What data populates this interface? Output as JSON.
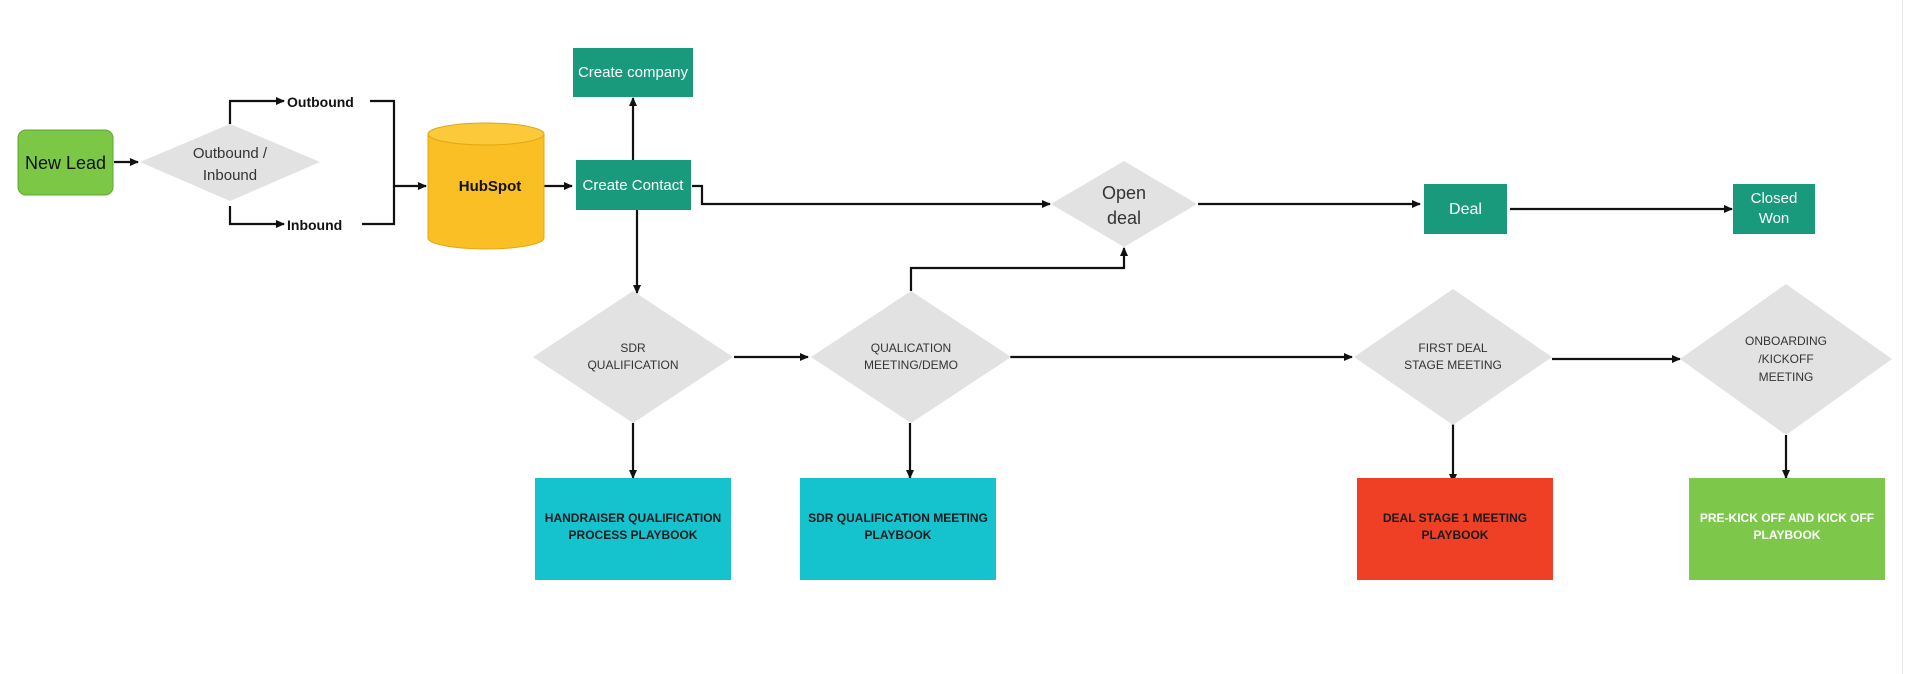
{
  "colors": {
    "lead_green": "#7cc846",
    "diamond_gray": "#e2e2e2",
    "teal": "#1a9a7c",
    "cyan": "#15c3cf",
    "red": "#ef3f25",
    "light_green": "#7dc84a",
    "hubspot_yellow": "#f9bf24",
    "line": "#111111"
  },
  "nodes": {
    "new_lead": "New Lead",
    "outbound_inbound": [
      "Outbound /",
      "Inbound"
    ],
    "outbound": "Outbound",
    "inbound": "Inbound",
    "hubspot": "HubSpot",
    "create_company": "Create company",
    "create_contact": "Create Contact",
    "open_deal": [
      "Open",
      "deal"
    ],
    "deal": "Deal",
    "closed_won": [
      "Closed",
      "Won"
    ],
    "sdr_qualification": [
      "SDR",
      "QUALIFICATION"
    ],
    "qualication_meeting": [
      "QUALICATION",
      "MEETING/DEMO"
    ],
    "first_deal_stage": [
      "FIRST DEAL",
      "STAGE MEETING"
    ],
    "onboarding": [
      "ONBOARDING",
      "/KICKOFF",
      "MEETING"
    ],
    "handraiser_playbook": [
      "HANDRAISER QUALIFICATION",
      "PROCESS PLAYBOOK"
    ],
    "sdr_meeting_playbook": [
      "SDR QUALIFICATION MEETING",
      "PLAYBOOK"
    ],
    "deal_stage_playbook": [
      "DEAL STAGE 1  MEETING",
      "PLAYBOOK"
    ],
    "kickoff_playbook": [
      "PRE-KICK OFF AND KICK OFF",
      "PLAYBOOK"
    ]
  }
}
